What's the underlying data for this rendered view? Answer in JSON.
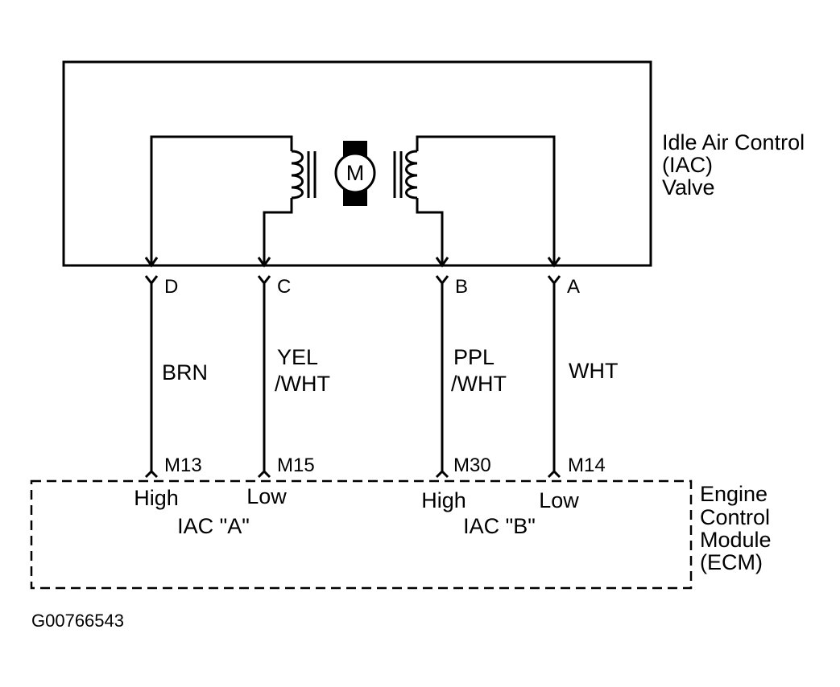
{
  "valve": {
    "label_lines": [
      "Idle Air Control",
      "(IAC)",
      "Valve"
    ],
    "motor_label": "M"
  },
  "ecm": {
    "label_lines": [
      "Engine",
      "Control",
      "Module",
      "(ECM)"
    ],
    "group_a": "IAC \"A\"",
    "group_b": "IAC \"B\""
  },
  "wires": [
    {
      "pin": "D",
      "color": "BRN",
      "color_line2": "",
      "terminal": "M13",
      "signal": "High"
    },
    {
      "pin": "C",
      "color": "YEL",
      "color_line2": "/WHT",
      "terminal": "M15",
      "signal": "Low"
    },
    {
      "pin": "B",
      "color": "PPL",
      "color_line2": "/WHT",
      "terminal": "M30",
      "signal": "High"
    },
    {
      "pin": "A",
      "color": "WHT",
      "color_line2": "",
      "terminal": "M14",
      "signal": "Low"
    }
  ],
  "figure_code": "G00766543"
}
